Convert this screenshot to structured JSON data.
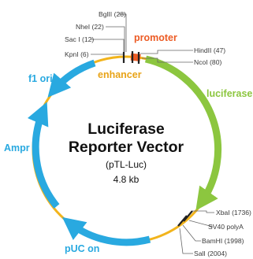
{
  "plasmid": {
    "title_line1": "Luciferase",
    "title_line2": "Reporter Vector",
    "name": "(pTL-Luc)",
    "size": "4.8 kb"
  },
  "features": {
    "promoter": "promoter",
    "enhancer": "enhancer",
    "luciferase": "luciferase",
    "f1_ori": "f1 ori",
    "ampr": "Ampr",
    "puc_ori": "pUC on"
  },
  "sites": {
    "bglii": "BglII (28)",
    "nhei": "NheI (22)",
    "saci": "Sac I (12)",
    "kpni": "KpnI (6)",
    "hindiii": "HindII (47)",
    "ncoi": "NcoI (80)",
    "xbai": "XbaI (1736)",
    "sv40": "SV40 polyA",
    "bamhi": "BamHI (1998)",
    "sali": "SalI (2004)"
  },
  "colors": {
    "backbone": "#f2b41c",
    "luciferase": "#8cc63f",
    "blue_features": "#29a9e0",
    "promoter": "#ec5b24",
    "enhancer_label": "#e8a317",
    "site_line": "#666666"
  }
}
